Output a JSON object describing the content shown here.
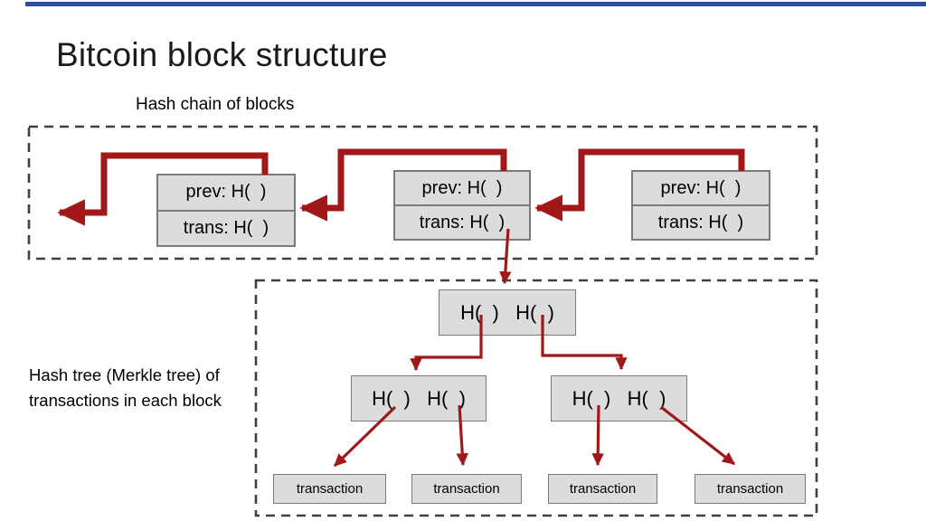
{
  "slide": {
    "title": "Bitcoin block structure",
    "chain_label": "Hash chain of blocks",
    "tree_label_line1": "Hash tree (Merkle tree) of",
    "tree_label_line2": "transactions in each block"
  },
  "chain_blocks": {
    "prev_label": "prev: H(  )",
    "trans_label": "trans: H(  )"
  },
  "merkle_tree": {
    "root_label": "H(  )   H(  )",
    "left_node_label": "H(  )   H(  )",
    "right_node_label": "H(  )   H(  )",
    "transactions": [
      "transaction",
      "transaction",
      "transaction",
      "transaction"
    ]
  },
  "colors": {
    "arrow_red": "#A11818",
    "box_fill": "#DCDCDC",
    "box_border": "#7A7A7A",
    "dash_border": "#3C4043",
    "top_line_blue": "#2C4E9E",
    "text": "#111111"
  }
}
